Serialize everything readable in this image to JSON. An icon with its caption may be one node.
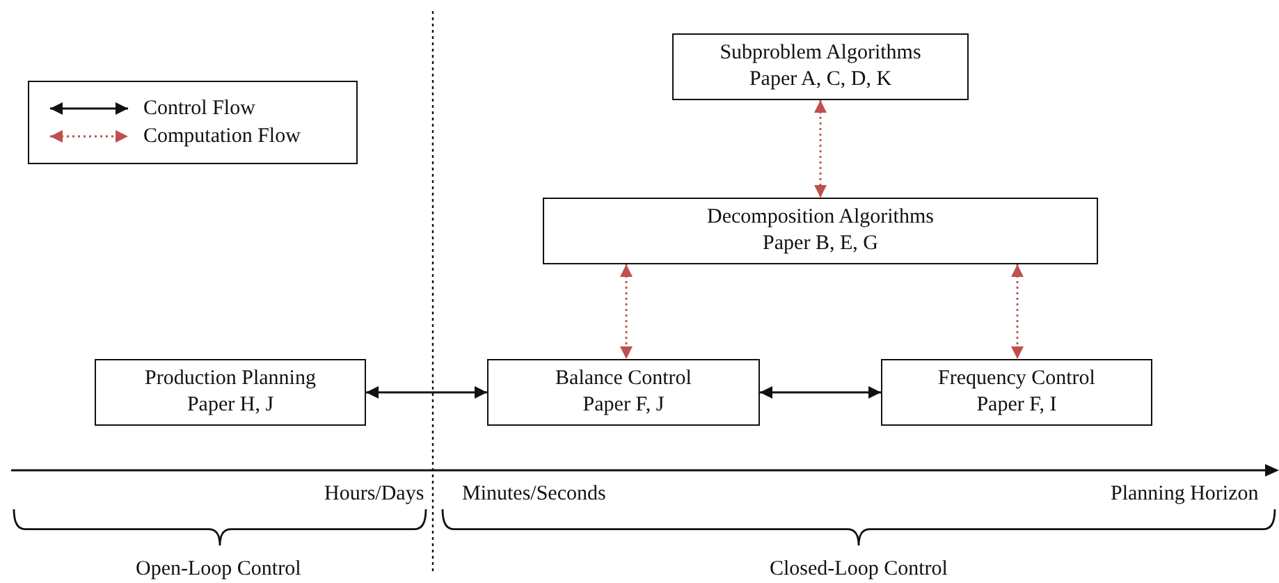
{
  "diagram": {
    "nodes": [
      {
        "text": [
          "Subproblem Algorithms",
          "Paper A, C, D, K"
        ]
      },
      {
        "text": [
          "Decomposition Algorithms",
          "Paper B, E, G"
        ]
      },
      {
        "text": [
          "Production Planning",
          "Paper H, J"
        ]
      },
      {
        "text": [
          "Balance Control",
          "Paper F, J"
        ]
      },
      {
        "text": [
          "Frequency Control",
          "Paper F, I"
        ]
      }
    ],
    "edges": [
      {
        "from": 0,
        "to": 1,
        "arrow": "both",
        "style": "dashed",
        "color": "#c0504d"
      },
      {
        "from": 1,
        "to": 3,
        "arrow": "both",
        "style": "dashed",
        "color": "#c0504d"
      },
      {
        "from": 1,
        "to": 4,
        "arrow": "both",
        "style": "dashed",
        "color": "#c0504d"
      },
      {
        "from": 2,
        "to": 3,
        "arrow": "both",
        "color": "#111111"
      },
      {
        "from": 3,
        "to": 4,
        "arrow": "both",
        "color": "#111111"
      }
    ],
    "labels": [
      "Hours/Days",
      "Minutes/Seconds",
      "Planning Horizon",
      "Open-Loop Control",
      "Closed-Loop Control"
    ],
    "legend": [
      {
        "text": "Control Flow"
      },
      {
        "text": "Computation Flow"
      }
    ]
  }
}
